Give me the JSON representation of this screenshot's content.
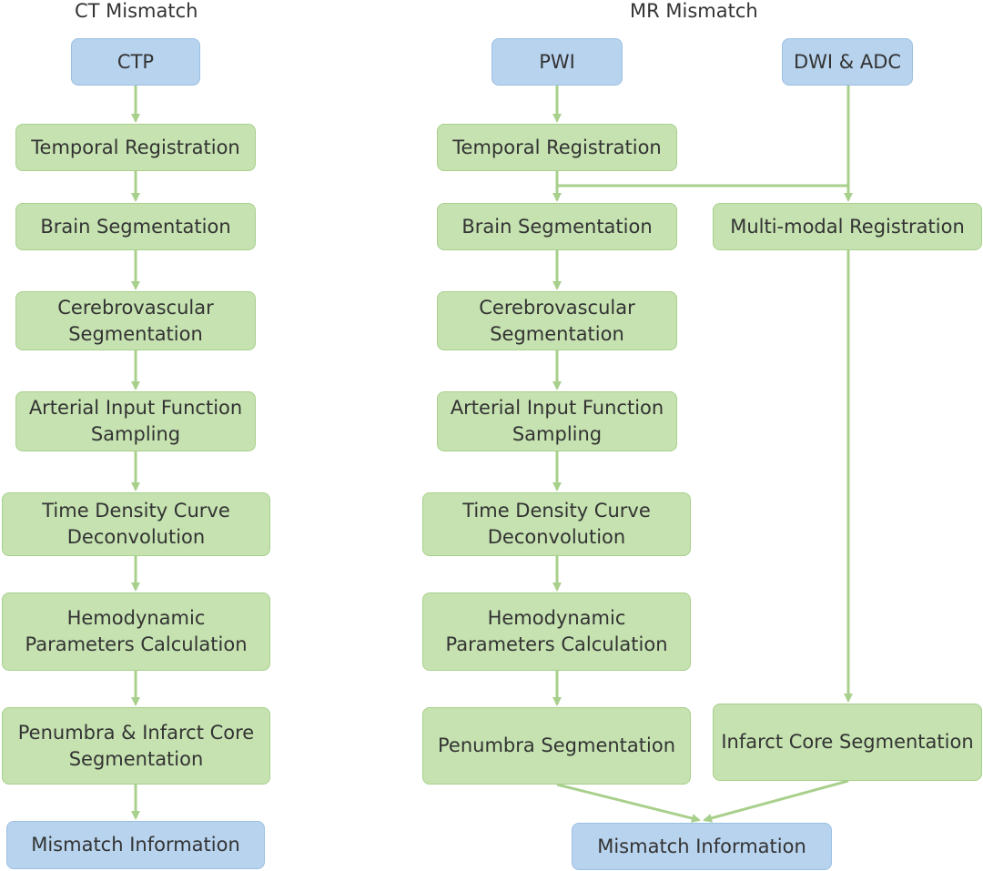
{
  "titles": {
    "ct": "CT Mismatch",
    "mr": "MR Mismatch"
  },
  "ct": {
    "ctp": "CTP",
    "temporal_registration": "Temporal Registration",
    "brain_segmentation": "Brain Segmentation",
    "cerebrovascular_segmentation": "Cerebrovascular\nSegmentation",
    "aif_sampling": "Arterial Input Function\nSampling",
    "tdc_deconvolution": "Time Density Curve\nDeconvolution",
    "hemodynamic_parameters": "Hemodynamic\nParameters Calculation",
    "penumbra_infarct_segmentation": "Penumbra & Infarct Core\nSegmentation",
    "mismatch_information": "Mismatch Information"
  },
  "mr": {
    "pwi": "PWI",
    "dwi_adc": "DWI & ADC",
    "temporal_registration": "Temporal Registration",
    "brain_segmentation": "Brain Segmentation",
    "multimodal_registration": "Multi-modal Registration",
    "cerebrovascular_segmentation": "Cerebrovascular\nSegmentation",
    "aif_sampling": "Arterial Input Function\nSampling",
    "tdc_deconvolution": "Time Density Curve\nDeconvolution",
    "hemodynamic_parameters": "Hemodynamic\nParameters Calculation",
    "penumbra_segmentation": "Penumbra Segmentation",
    "infarct_core_segmentation": "Infarct Core Segmentation",
    "mismatch_information": "Mismatch Information"
  },
  "colors": {
    "process_fill": "#c5e2b0",
    "io_fill": "#b7d3ee",
    "connector": "#a8d08c"
  }
}
